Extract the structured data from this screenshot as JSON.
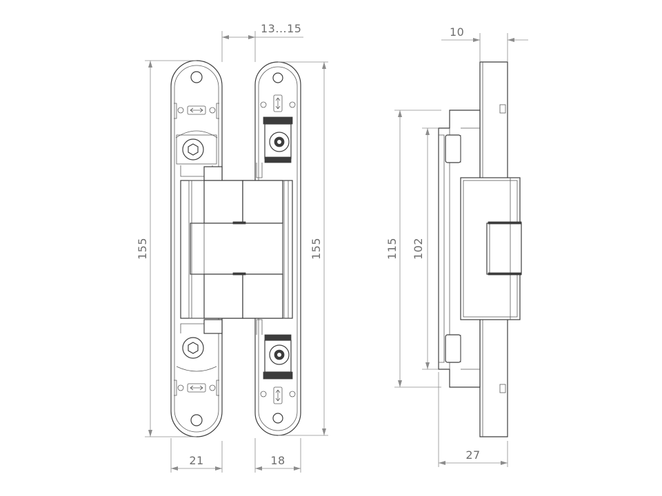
{
  "dimensions": {
    "gap": "13...15",
    "depth_top": "10",
    "height_left": "155",
    "height_right": "155",
    "body_length": "115",
    "inner_length": "102",
    "width_left": "21",
    "width_right": "18",
    "depth_bottom": "27"
  },
  "colors": {
    "outline": "#3c3c3c",
    "dimension": "#8c8c8c",
    "text": "#6e6e6e",
    "background": "#ffffff"
  },
  "icons": {
    "arrow_markers": "dimension-arrow-icon"
  }
}
